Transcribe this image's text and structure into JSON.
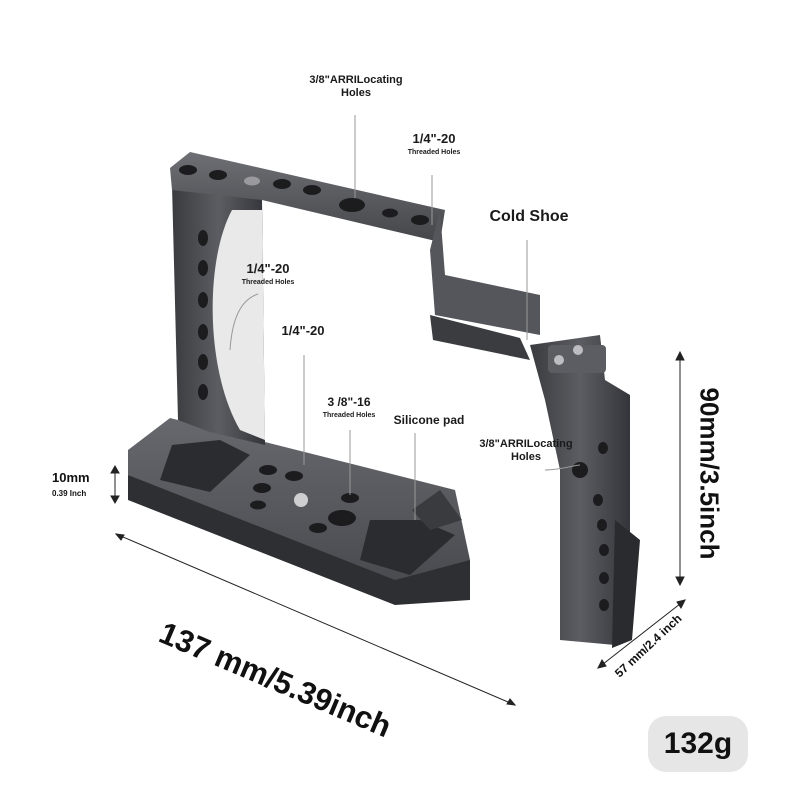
{
  "product": {
    "colors": {
      "metal": "#4a4b4f",
      "metal_light": "#6b6c70",
      "metal_dark": "#2c2d30",
      "badge_bg": "#e6e6e6"
    }
  },
  "callouts": {
    "arri_top": {
      "line1": "3/8\"ARRILocating",
      "line2": "Holes"
    },
    "threaded_top": {
      "main": "1/4\"-20",
      "sub": "Threaded Holes"
    },
    "cold_shoe": {
      "main": "Cold Shoe"
    },
    "threaded_side": {
      "main": "1/4\"-20",
      "sub": "Threaded Holes"
    },
    "quarter_20": {
      "main": "1/4\"-20"
    },
    "three_eighths_16": {
      "main": "3 /8\"-16",
      "sub": "Threaded Holes"
    },
    "silicone_pad": {
      "main": "Silicone pad"
    },
    "arri_side": {
      "line1": "3/8\"ARRILocating",
      "line2": "Holes"
    }
  },
  "dimensions": {
    "length": "137 mm/5.39inch",
    "height": "90mm/3.5inch",
    "depth": "57 mm/2.4 inch",
    "thickness_mm": "10mm",
    "thickness_inch": "0.39 Inch"
  },
  "weight": "132g"
}
